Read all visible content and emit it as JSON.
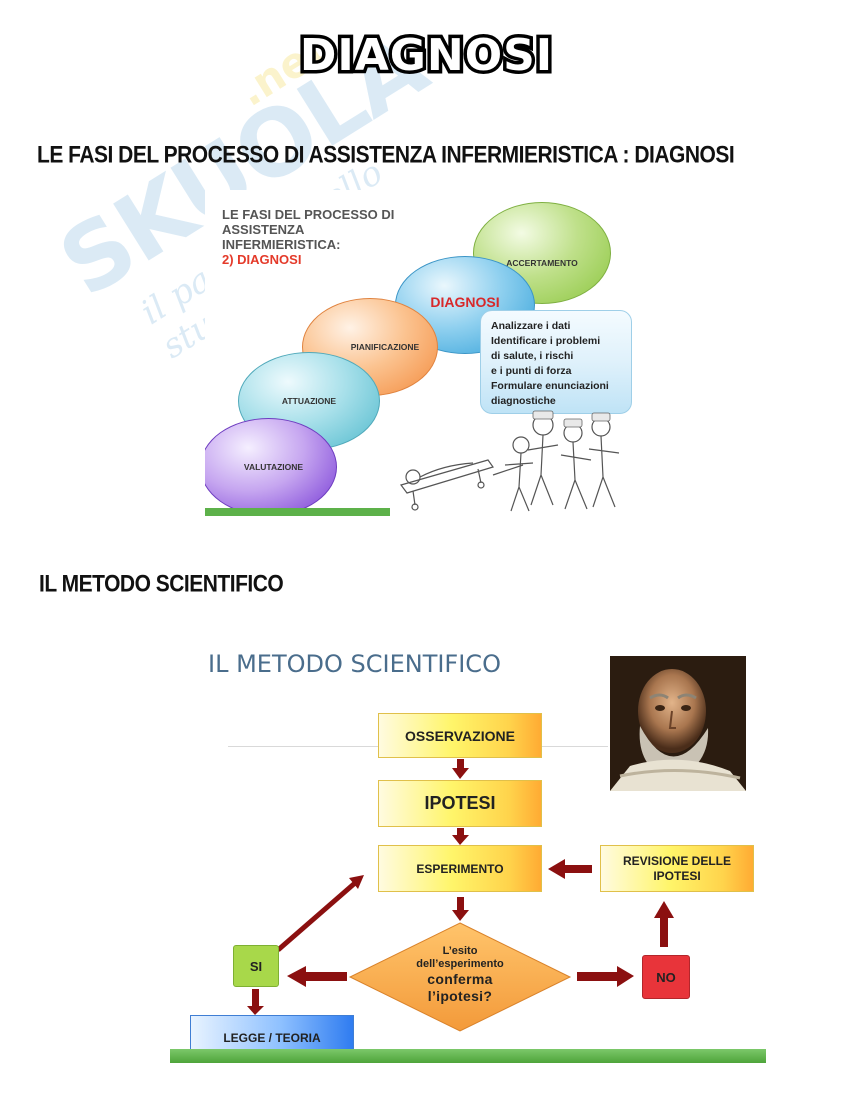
{
  "page": {
    "title": "DIAGNOSI",
    "heading_1": "LE FASI DEL PROCESSO DI ASSISTENZA INFERMIERISTICA : DIAGNOSI",
    "heading_2": "IL METODO SCIENTIFICO"
  },
  "watermark": {
    "logo": "SKUOLA",
    "suffix": ".net",
    "tagline": "il paradiso dello studente"
  },
  "figure_1": {
    "title_lines": [
      "LE FASI DEL PROCESSO DI",
      "ASSISTENZA",
      "INFERMIERISTICA:"
    ],
    "title_highlight": "2) DIAGNOSI",
    "phases": {
      "accertamento": "ACCERTAMENTO",
      "diagnosi": "DIAGNOSI",
      "pianificazione": "PIANIFICAZIONE",
      "attuazione": "ATTUAZIONE",
      "valutazione": "VALUTAZIONE"
    },
    "callout_lines": [
      "Analizzare i dati",
      "Identificare i problemi",
      "di salute, i rischi",
      "e i punti di forza",
      "Formulare enunciazioni",
      "diagnostiche"
    ],
    "colors": {
      "accertamento": "#8cc63f",
      "diagnosi": "#39a8e0",
      "pianificazione": "#f79a4f",
      "attuazione": "#5bbfd0",
      "valutazione": "#7b3fd0",
      "highlight": "#e43a2a"
    }
  },
  "figure_2": {
    "title": "IL METODO SCIENTIFICO",
    "boxes": {
      "osservazione": "OSSERVAZIONE",
      "ipotesi": "IPOTESI",
      "esperimento": "ESPERIMENTO",
      "revisione_line1": "REVISIONE DELLE",
      "revisione_line2": "IPOTESI",
      "si": "SI",
      "no": "NO",
      "legge": "LEGGE / TEORIA"
    },
    "question": {
      "line1": "L’esito",
      "line2": "dell’esperimento",
      "line3": "conferma",
      "line4": "l’ipotesi?"
    },
    "colors": {
      "arrow": "#8b1010",
      "diamond": "#f7a84a",
      "si": "#a8d84a",
      "no": "#e8343a",
      "legge": "#3d8ef0"
    }
  }
}
